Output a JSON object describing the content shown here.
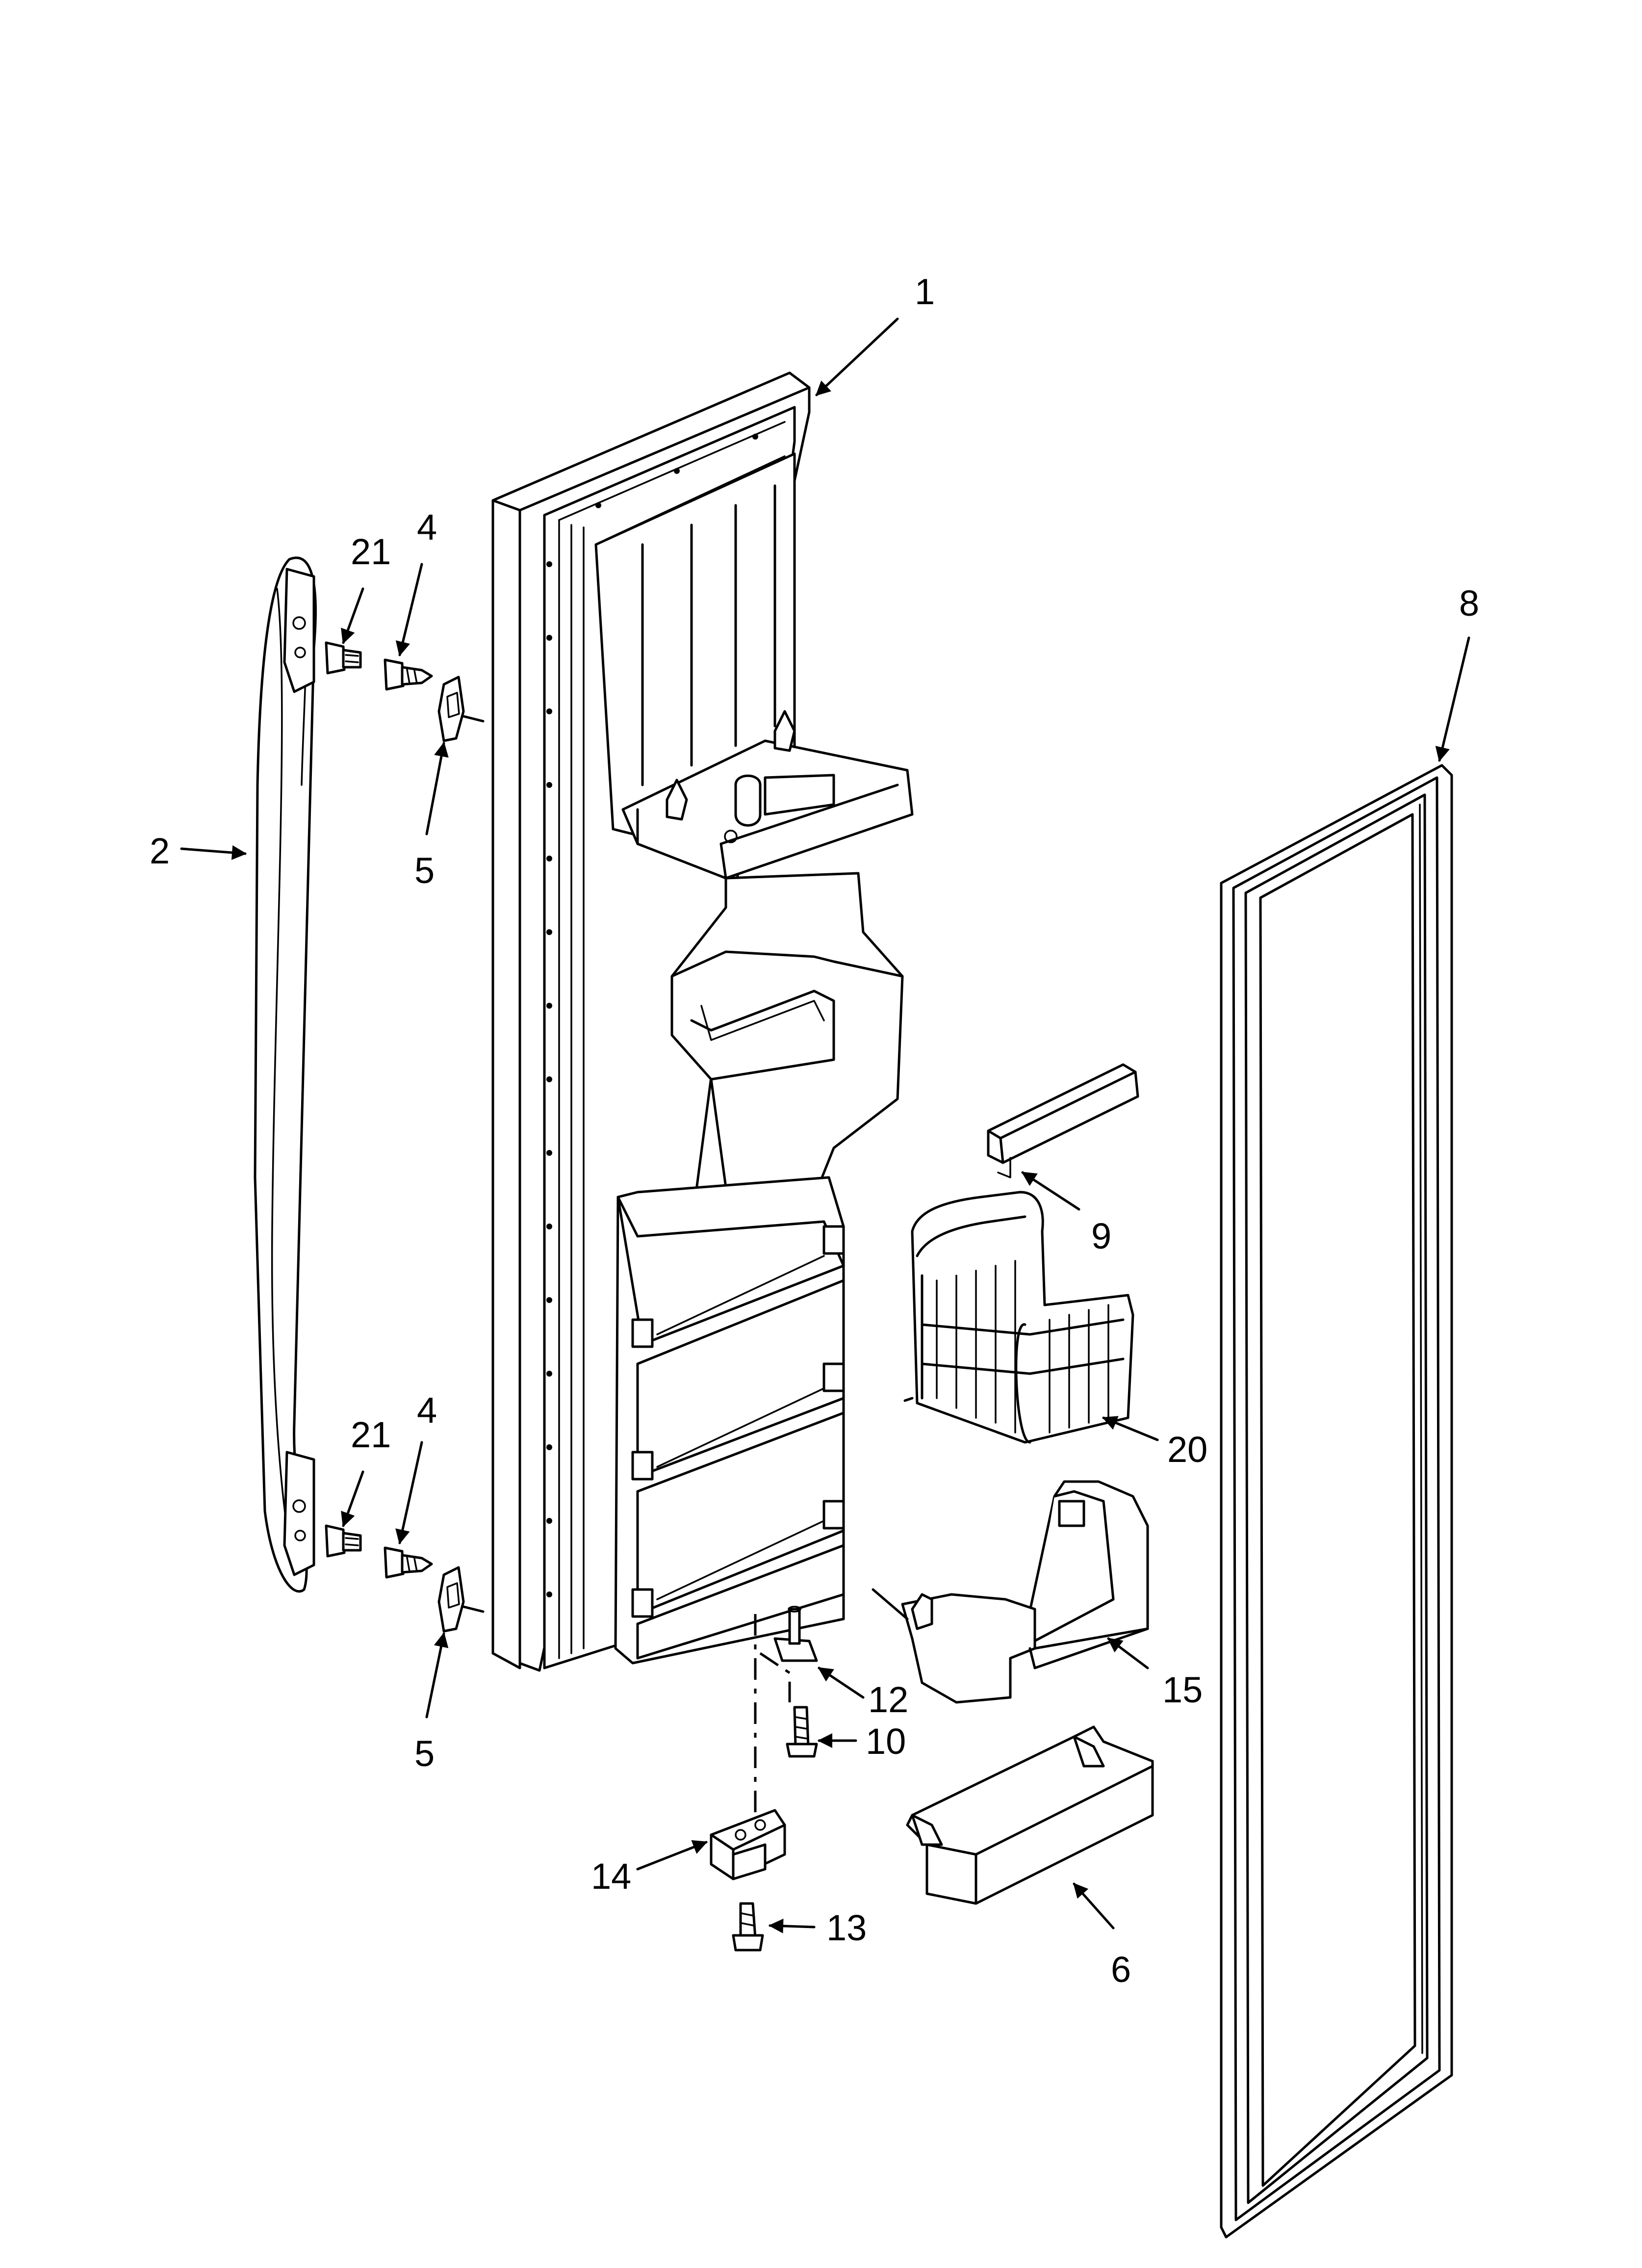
{
  "diagram": {
    "callouts": [
      {
        "id": "c1",
        "label": "1"
      },
      {
        "id": "c2",
        "label": "2"
      },
      {
        "id": "c4a",
        "label": "4"
      },
      {
        "id": "c4b",
        "label": "4"
      },
      {
        "id": "c5a",
        "label": "5"
      },
      {
        "id": "c5b",
        "label": "5"
      },
      {
        "id": "c6",
        "label": "6"
      },
      {
        "id": "c8",
        "label": "8"
      },
      {
        "id": "c9",
        "label": "9"
      },
      {
        "id": "c10",
        "label": "10"
      },
      {
        "id": "c12",
        "label": "12"
      },
      {
        "id": "c13",
        "label": "13"
      },
      {
        "id": "c14",
        "label": "14"
      },
      {
        "id": "c15",
        "label": "15"
      },
      {
        "id": "c20",
        "label": "20"
      },
      {
        "id": "c21a",
        "label": "21"
      },
      {
        "id": "c21b",
        "label": "21"
      }
    ]
  }
}
